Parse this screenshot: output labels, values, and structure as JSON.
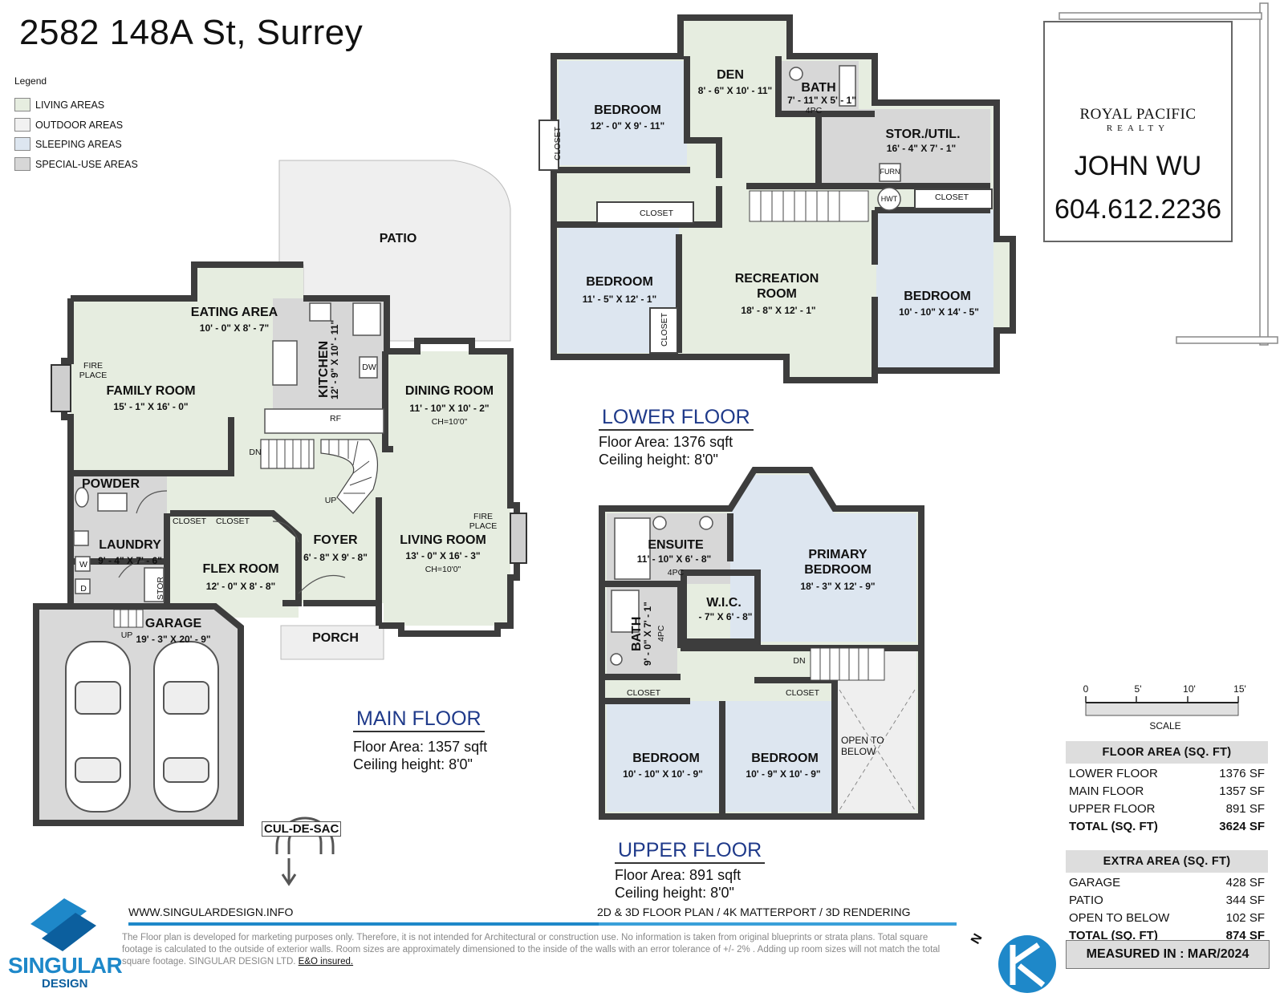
{
  "title": "2582 148A St, Surrey",
  "legend": {
    "title": "Legend",
    "items": [
      {
        "label": "LIVING AREAS",
        "color": "#e6ede0"
      },
      {
        "label": "OUTDOOR AREAS",
        "color": "#f1f1f1"
      },
      {
        "label": "SLEEPING AREAS",
        "color": "#dde6f0"
      },
      {
        "label": "SPECIAL-USE AREAS",
        "color": "#d7d7d7"
      }
    ]
  },
  "main_floor": {
    "heading": "MAIN FLOOR",
    "area": "Floor Area: 1357 sqft",
    "ceiling": "Ceiling height: 8'0\"",
    "rooms": {
      "patio": "PATIO",
      "eating_area": "EATING AREA",
      "eating_area_dim": "10' - 0\" X 8' - 7\"",
      "kitchen": "KITCHEN",
      "kitchen_dim": "12' - 9\" X 10' - 11\"",
      "family_room": "FAMILY ROOM",
      "family_room_dim": "15' - 1\" X 16' - 0\"",
      "fireplace": "FIRE PLACE",
      "dining_room": "DINING ROOM",
      "dining_room_dim": "11' - 10\" X 10' - 2\"",
      "dining_ch": "CH=10'0\"",
      "powder": "POWDER",
      "laundry": "LAUNDRY",
      "laundry_dim": "9' - 4\" X 7' - 6\"",
      "closet_1": "CLOSET",
      "closet_2": "CLOSET",
      "foyer": "FOYER",
      "foyer_dim": "6' - 8\" X 9' - 8\"",
      "living_room": "LIVING ROOM",
      "living_room_dim": "13' - 0\" X 16' - 3\"",
      "living_ch": "CH=10'0\"",
      "living_fireplace": "FIRE PLACE",
      "flex_room": "FLEX ROOM",
      "flex_room_dim": "12' - 0\" X 8' - 8\"",
      "stor": "STOR",
      "garage": "GARAGE",
      "garage_dim": "19' - 3\" X 20' - 9\"",
      "porch": "PORCH",
      "dn": "DN",
      "up": "UP",
      "up_garage": "UP",
      "dw": "DW",
      "rf": "RF",
      "washer": "W",
      "dryer": "D",
      "cul_de_sac": "CUL-DE-SAC"
    }
  },
  "lower_floor": {
    "heading": "LOWER FLOOR",
    "area": "Floor Area: 1376 sqft",
    "ceiling": "Ceiling height: 8'0\"",
    "rooms": {
      "bedroom_1": "BEDROOM",
      "bedroom_1_dim": "12' - 0\" X 9' - 11\"",
      "den": "DEN",
      "den_dim": "8' - 6\" X 10' - 11\"",
      "bath": "BATH",
      "bath_dim": "7' - 11\" X 5' - 1\"",
      "bath_pc": "4PC",
      "stor_util": "STOR./UTIL.",
      "stor_util_dim": "16' - 4\" X 7' - 1\"",
      "furn": "FURN",
      "hwt": "HWT",
      "closet_a": "CLOSET",
      "closet_b": "CLOSET",
      "closet_c": "CLOSET",
      "closet_d": "CLOSET",
      "bedroom_2": "BEDROOM",
      "bedroom_2_dim": "11' - 5\" X 12' - 1\"",
      "recreation_room": "RECREATION ROOM",
      "recreation_room_dim": "18' - 8\" X 12' - 1\"",
      "bedroom_3": "BEDROOM",
      "bedroom_3_dim": "10' - 10\" X 14' - 5\""
    }
  },
  "upper_floor": {
    "heading": "UPPER FLOOR",
    "area": "Floor Area: 891 sqft",
    "ceiling": "Ceiling height: 8'0\"",
    "rooms": {
      "ensuite": "ENSUITE",
      "ensuite_dim": "11' - 10\" X 6' - 8\"",
      "ensuite_pc": "4PC",
      "primary_bedroom": "PRIMARY BEDROOM",
      "primary_bedroom_dim": "18' - 3\" X 12' - 9\"",
      "wic": "W.I.C.",
      "wic_dim": "- 7\" X 6' - 8\"",
      "bath": "BATH",
      "bath_dim": "9' - 0\" X 7' - 1\"",
      "bath_pc": "4PC",
      "closet_a": "CLOSET",
      "closet_b": "CLOSET",
      "bedroom_1": "BEDROOM",
      "bedroom_1_dim": "10' - 10\" X 10' - 9\"",
      "bedroom_2": "BEDROOM",
      "bedroom_2_dim": "10' - 9\" X 10' - 9\"",
      "open_below": "OPEN TO BELOW",
      "dn": "DN"
    }
  },
  "brand": {
    "company": "ROYAL PACIFIC",
    "company_sub": "REALTY",
    "agent": "JOHN WU",
    "phone": "604.612.2236"
  },
  "scale": {
    "ticks": [
      "0",
      "5'",
      "10'",
      "15'"
    ],
    "label": "SCALE"
  },
  "floor_area": {
    "heading": "FLOOR AREA (SQ. FT)",
    "rows": [
      {
        "label": "LOWER FLOOR",
        "value": "1376 SF"
      },
      {
        "label": "MAIN FLOOR",
        "value": "1357 SF"
      },
      {
        "label": "UPPER FLOOR",
        "value": "891 SF"
      }
    ],
    "total_label": "TOTAL (SQ. FT)",
    "total_value": "3624 SF"
  },
  "extra_area": {
    "heading": "EXTRA AREA (SQ. FT)",
    "rows": [
      {
        "label": "GARAGE",
        "value": "428 SF"
      },
      {
        "label": "PATIO",
        "value": "344 SF"
      },
      {
        "label": "OPEN TO BELOW",
        "value": "102 SF"
      }
    ],
    "total_label": "TOTAL (SQ. FT)",
    "total_value": "874 SF"
  },
  "measured": "MEASURED IN : MAR/2024",
  "footer": {
    "url": "WWW.SINGULARDESIGN.INFO",
    "services": "2D & 3D FLOOR PLAN / 4K MATTERPORT / 3D RENDERING",
    "disclaimer": "The Floor plan is developed for marketing purposes only. Therefore, it is not intended for Architectural or construction use. No information is taken from original blueprints or strata plans. Total square footage is calculated to the outside of exterior walls. Room sizes are approximately dimensioned to the inside of the walls with an error tolerance of +/- 2% . Adding up room sizes will not match the total square footage. SINGULAR DESIGN LTD.",
    "eo": "E&O insured.",
    "logo_top": "SINGULAR",
    "logo_bottom": "DESIGN",
    "north": "N"
  }
}
